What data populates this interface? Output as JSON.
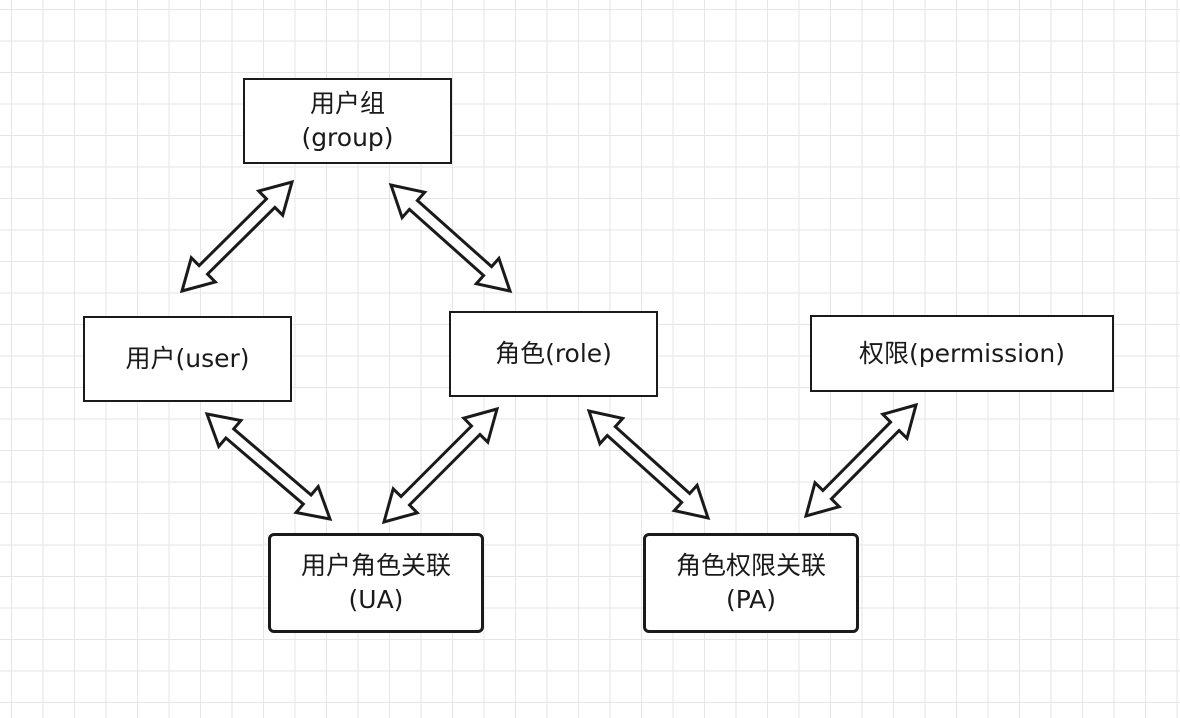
{
  "nodes": {
    "group": {
      "line1": "用户组",
      "line2": "(group)"
    },
    "user": {
      "label": "用户(user)"
    },
    "role": {
      "label": "角色(role)"
    },
    "permission": {
      "label": "权限(permission)"
    },
    "user_role": {
      "line1": "用户角色关联",
      "line2": "(UA)"
    },
    "role_permission": {
      "line1": "角色权限关联",
      "line2": "(PA)"
    }
  },
  "connections": [
    {
      "from": "user",
      "to": "group",
      "type": "bidirectional"
    },
    {
      "from": "group",
      "to": "role",
      "type": "bidirectional"
    },
    {
      "from": "user",
      "to": "user_role",
      "type": "bidirectional"
    },
    {
      "from": "role",
      "to": "user_role",
      "type": "bidirectional"
    },
    {
      "from": "role",
      "to": "role_permission",
      "type": "bidirectional"
    },
    {
      "from": "permission",
      "to": "role_permission",
      "type": "bidirectional"
    }
  ]
}
